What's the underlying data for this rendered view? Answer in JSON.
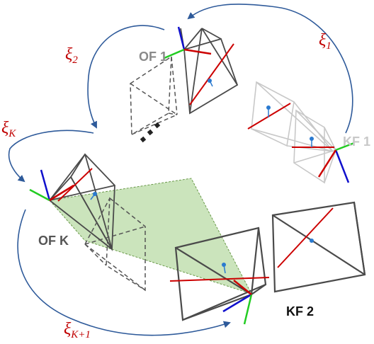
{
  "labels": {
    "of1": "OF 1",
    "ofk": "OF K",
    "kf1": "KF 1",
    "kf2": "KF 2"
  },
  "poses": {
    "xi1": {
      "symbol": "ξ",
      "sub": "1"
    },
    "xi2": {
      "symbol": "ξ",
      "sub": "2"
    },
    "xik": {
      "symbol": "ξ",
      "sub": "K"
    },
    "xik1": {
      "symbol": "ξ",
      "sub": "K+1"
    }
  },
  "colors": {
    "frame_dark": "#4a4a4a",
    "frame_light": "#c8c8c8",
    "dashed": "#555555",
    "axis_red": "#cc0000",
    "axis_green": "#22cc22",
    "axis_blue": "#1010cc",
    "arrow": "#2e5a9a",
    "frustum_fill": "#b5d8a0",
    "frustum_edge": "#6a9a4a",
    "point": "#2a7ad0",
    "pose_label": "#c00000"
  }
}
